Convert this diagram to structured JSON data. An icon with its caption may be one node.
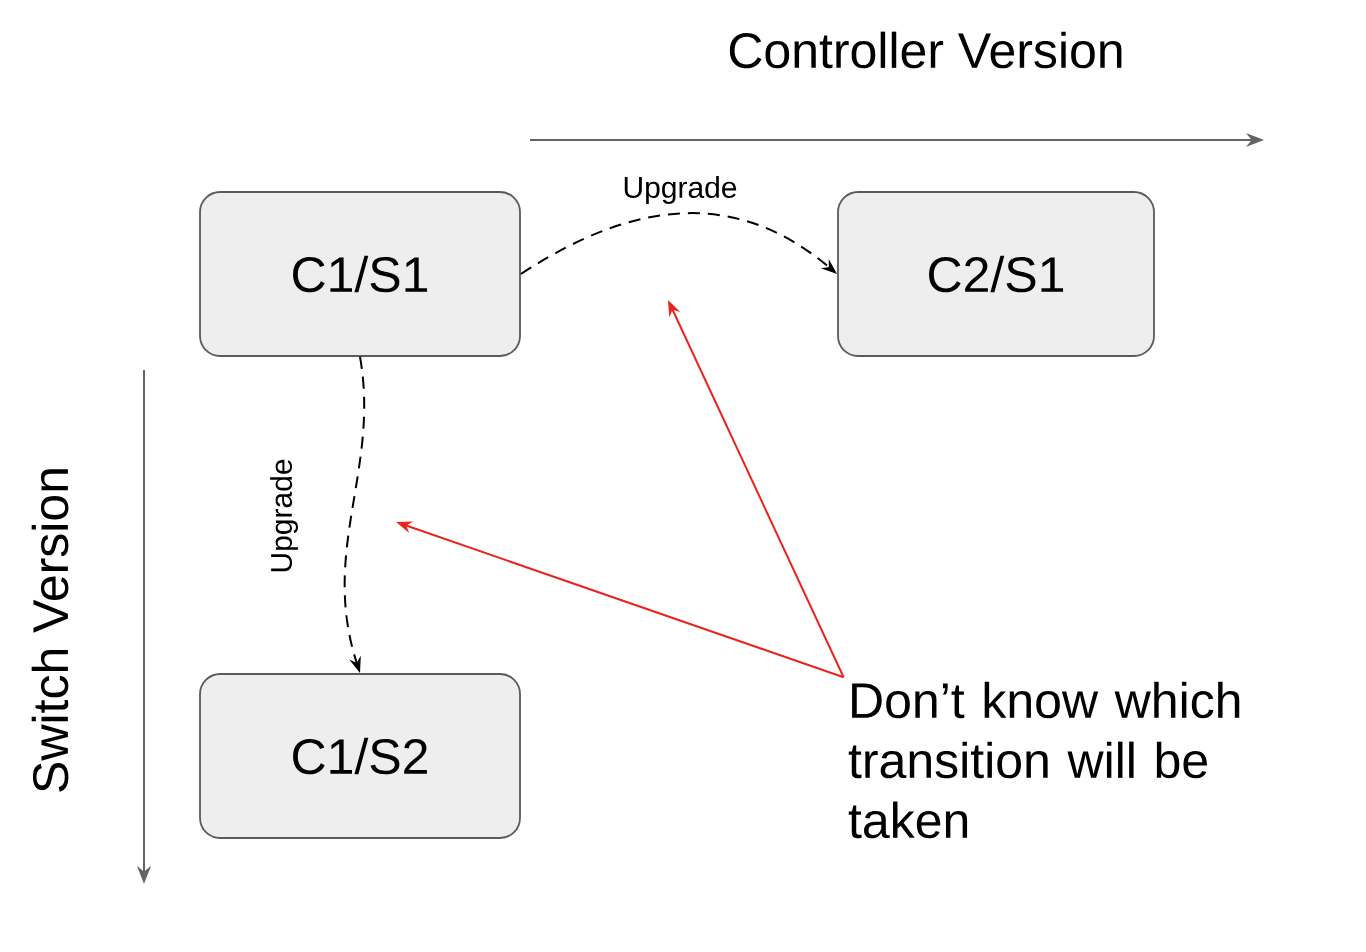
{
  "diagram": {
    "nodes": [
      {
        "text": [
          "C1/S1"
        ]
      },
      {
        "text": [
          "C2/S1"
        ]
      },
      {
        "text": [
          "C1/S2"
        ]
      },
      {
        "text": [
          "Don’t know which transition will be taken"
        ]
      }
    ],
    "edges": [
      {
        "from": 0,
        "to": 1,
        "arrow": "to",
        "label": "Upgrade",
        "style": "dashed"
      },
      {
        "from": 0,
        "to": 2,
        "arrow": "to",
        "label": "Upgrade",
        "style": "dashed"
      },
      {
        "from": 3,
        "to": null,
        "arrow": "to",
        "color": "#e8251d"
      },
      {
        "from": 3,
        "to": null,
        "arrow": "to",
        "color": "#e8251d"
      }
    ],
    "labels": [
      "Controller Version",
      "Switch Version"
    ]
  }
}
